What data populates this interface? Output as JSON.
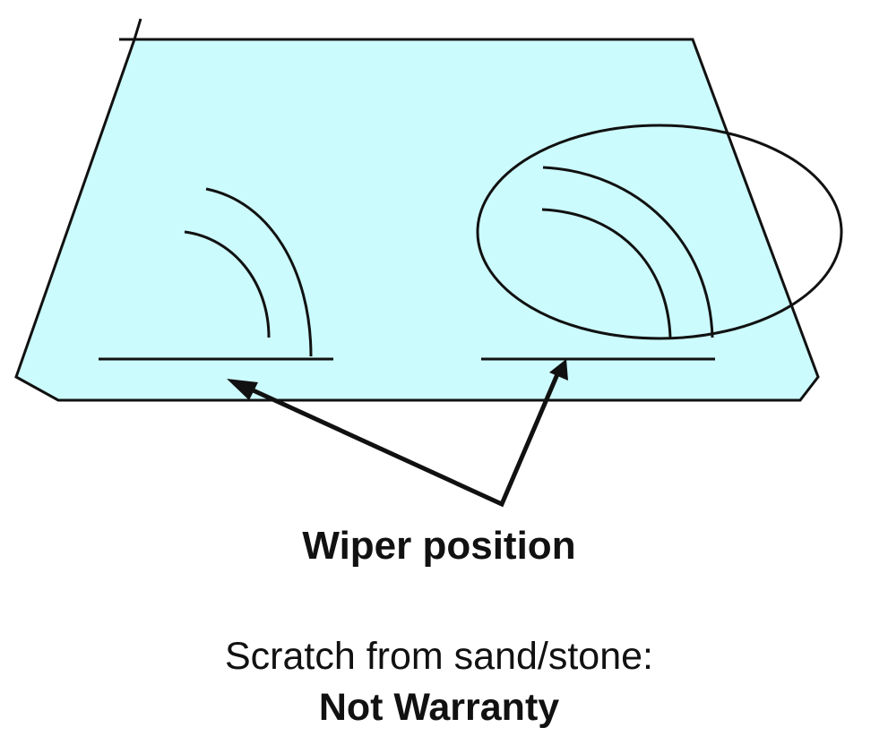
{
  "labels": {
    "wiper_position": "Wiper position",
    "scratch_cause": "Scratch from sand/stone:",
    "verdict": "Not Warranty"
  },
  "colors": {
    "glass_fill": "#ccfbfd",
    "stroke": "#111111",
    "text": "#111111",
    "background": "#ffffff"
  },
  "diagram": {
    "subject": "windshield",
    "wipers": [
      "left-wiper",
      "right-wiper"
    ],
    "highlighted_area": "right-wiper-scratch-zone"
  }
}
